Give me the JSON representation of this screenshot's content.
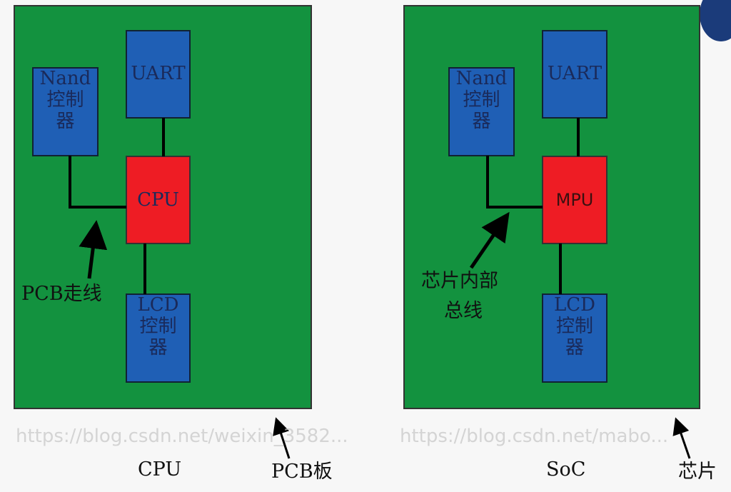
{
  "colors": {
    "board": "#13923f",
    "block": "#1f5fb5",
    "processor": "#ee1c24",
    "line": "#000000"
  },
  "left": {
    "nand": "Nand 控制 器",
    "uart": "UART",
    "cpu": "CPU",
    "lcd": "LCD 控制 器",
    "trace_label": "PCB走线",
    "caption": "CPU",
    "board_label": "PCB板"
  },
  "right": {
    "nand": "Nand 控制 器",
    "uart": "UART",
    "mpu": "MPU",
    "lcd": "LCD 控制 器",
    "bus_label_1": "芯片内部",
    "bus_label_2": "总线",
    "caption": "SoC",
    "chip_label": "芯片"
  },
  "watermark": {
    "line1": "https://blog.csdn.net/mabo...",
    "line2": "https://blog.csdn.net/weixin_3582..."
  }
}
